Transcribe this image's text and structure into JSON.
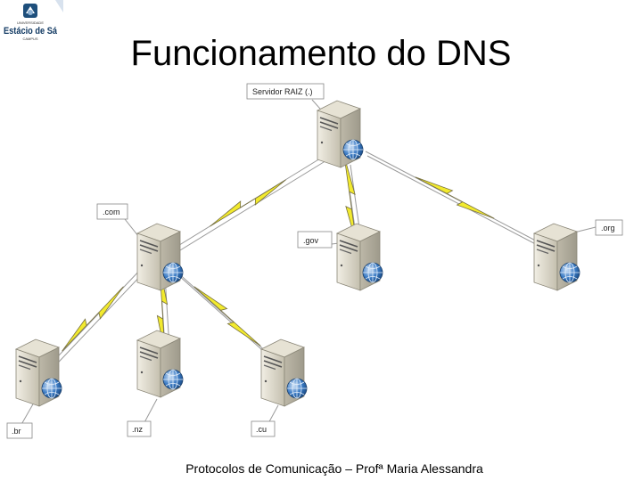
{
  "logo": {
    "line1": "UNIVERSIDADE",
    "brand": "Estácio de Sá",
    "line3": "CAMPUS"
  },
  "title": "Funcionamento do DNS",
  "footer": "Protocolos de Comunicação – Profª Maria Alessandra",
  "nodes": [
    {
      "id": "root",
      "label": "Servidor RAIZ (.)"
    },
    {
      "id": "com",
      "label": ".com"
    },
    {
      "id": "gov",
      "label": ".gov"
    },
    {
      "id": "org",
      "label": ".org"
    },
    {
      "id": "br",
      "label": ".br"
    },
    {
      "id": "nz",
      "label": ".nz"
    },
    {
      "id": "cu",
      "label": ".cu"
    }
  ],
  "colors": {
    "bolt": "#f2ea2e",
    "server_body": "#d2cdbd",
    "globe": "#2d6db5"
  }
}
